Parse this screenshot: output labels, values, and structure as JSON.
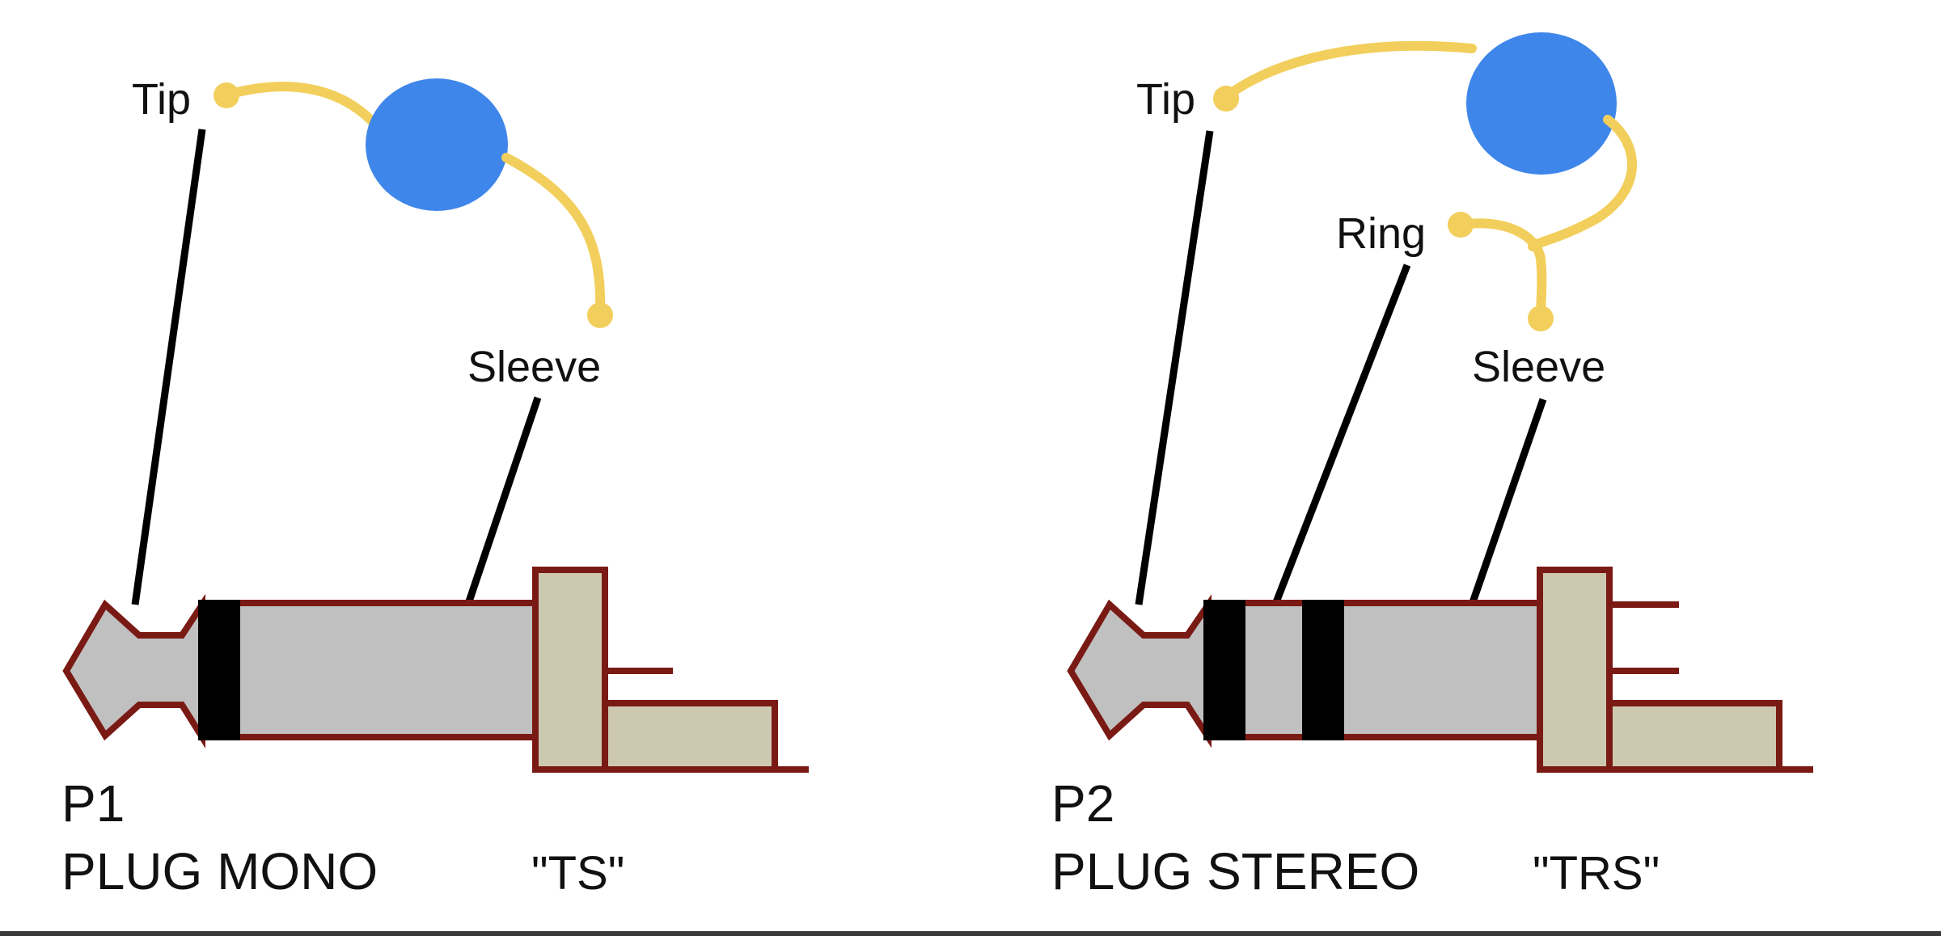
{
  "colors": {
    "body": "#c0c0c0",
    "outline": "#7a1a14",
    "flange": "#cdc9b0",
    "insulator": "#000000",
    "wire": "#f2cf5c",
    "speaker": "#3f86ea",
    "leader": "#000000"
  },
  "mono": {
    "tip_label": "Tip",
    "sleeve_label": "Sleeve",
    "code": "P1",
    "name": "PLUG MONO",
    "type": "\"TS\""
  },
  "stereo": {
    "tip_label": "Tip",
    "ring_label": "Ring",
    "sleeve_label": "Sleeve",
    "code": "P2",
    "name": "PLUG STEREO",
    "type": "\"TRS\""
  }
}
